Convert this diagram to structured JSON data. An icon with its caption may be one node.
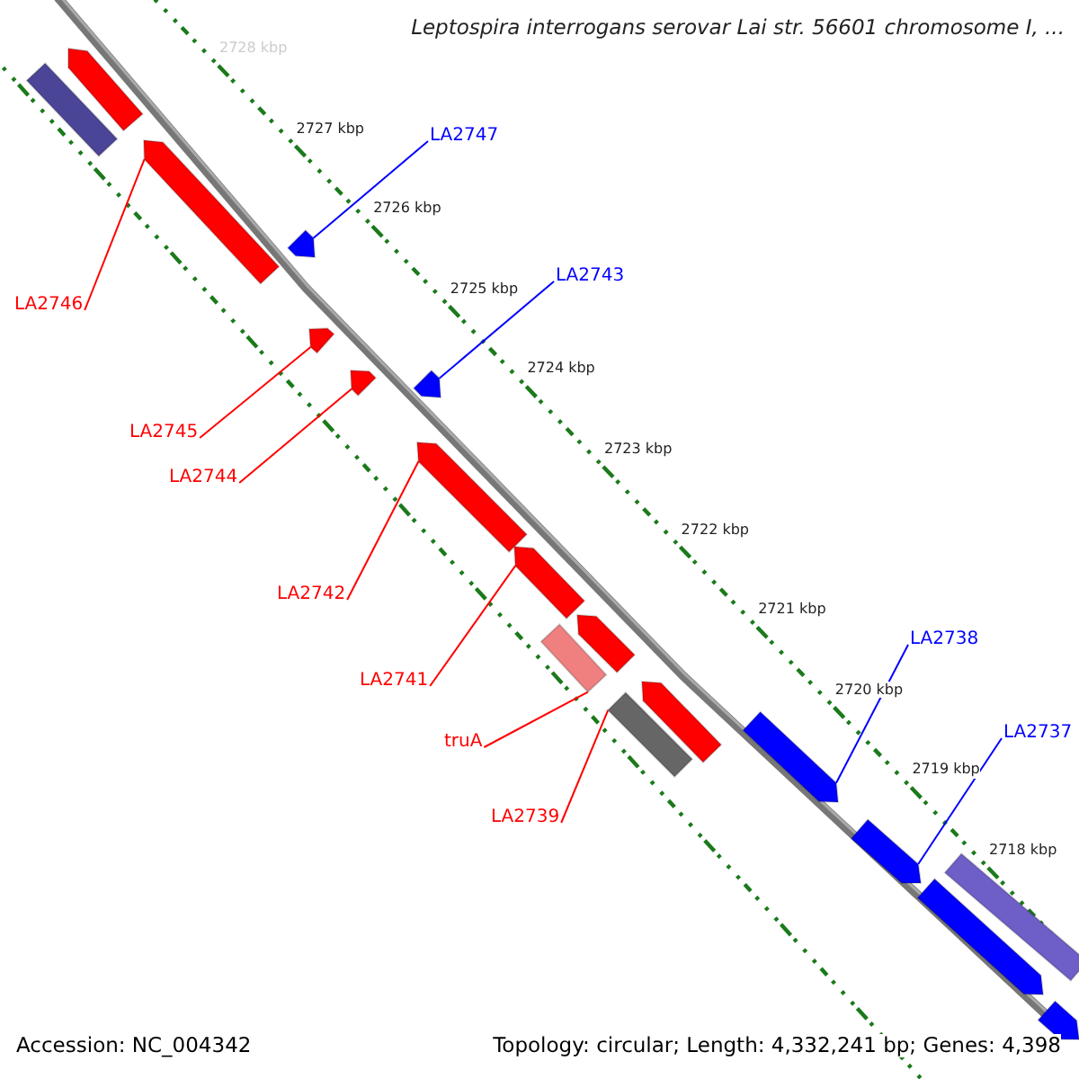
{
  "diagram": {
    "title": "Leptospira interrogans serovar Lai str. 56601 chromosome I, ...",
    "nodes": [
      {
        "text": [],
        "shape": "bar"
      },
      {
        "text": [],
        "shape": "arrow"
      },
      {
        "text": [],
        "shape": "arrow"
      },
      {
        "text": [],
        "shape": "arrow"
      },
      {
        "text": [],
        "shape": "arrow"
      },
      {
        "text": [],
        "shape": "arrow"
      },
      {
        "text": [],
        "shape": "arrow"
      },
      {
        "text": [],
        "shape": "arrow"
      },
      {
        "text": [],
        "shape": "arrow"
      },
      {
        "text": [],
        "shape": "arrow"
      },
      {
        "text": [],
        "shape": "bar"
      },
      {
        "text": [],
        "shape": "arrow"
      },
      {
        "text": [],
        "shape": "bar"
      },
      {
        "text": [],
        "shape": "arrow"
      },
      {
        "text": [],
        "shape": "arrow"
      },
      {
        "text": [],
        "shape": "bar"
      },
      {
        "text": [],
        "shape": "arrow"
      },
      {
        "text": [],
        "shape": "arrow"
      },
      {
        "text": [
          "LA2747"
        ]
      },
      {
        "text": [
          "LA2746"
        ]
      },
      {
        "text": [
          "LA2743"
        ]
      },
      {
        "text": [
          "LA2745"
        ]
      },
      {
        "text": [
          "LA2744"
        ]
      },
      {
        "text": [
          "LA2742"
        ]
      },
      {
        "text": [
          "LA2741"
        ]
      },
      {
        "text": [
          "truA"
        ]
      },
      {
        "text": [
          "LA2739"
        ]
      },
      {
        "text": [
          "LA2738"
        ]
      },
      {
        "text": [
          "LA2737"
        ]
      }
    ],
    "edges": [
      {
        "from": 18,
        "to": 3,
        "arrow": "none",
        "color": "#0000ff"
      },
      {
        "from": 19,
        "to": 2,
        "arrow": "none"
      },
      {
        "from": 20,
        "to": 6,
        "arrow": "none",
        "color": "#0000ff"
      },
      {
        "from": 21,
        "to": 4,
        "arrow": "none"
      },
      {
        "from": 22,
        "to": 5,
        "arrow": "none"
      },
      {
        "from": 23,
        "to": 7,
        "arrow": "none"
      },
      {
        "from": 24,
        "to": 8,
        "arrow": "none"
      },
      {
        "from": 25,
        "to": 10,
        "arrow": "none"
      },
      {
        "from": 26,
        "to": 12,
        "arrow": "none"
      },
      {
        "from": 27,
        "to": 13,
        "arrow": "none",
        "color": "#0000ff"
      },
      {
        "from": 28,
        "to": 14,
        "arrow": "none",
        "color": "#0000ff"
      }
    ],
    "labels": [
      "2728 kbp",
      "2727 kbp",
      "2726 kbp",
      "2725 kbp",
      "2724 kbp",
      "2723 kbp",
      "2722 kbp",
      "2721 kbp",
      "2720 kbp",
      "2719 kbp",
      "2718 kbp",
      "Accession: NC_004342",
      "Topology: circular; Length: 4,332,241 bp; Genes: 4,398"
    ]
  }
}
